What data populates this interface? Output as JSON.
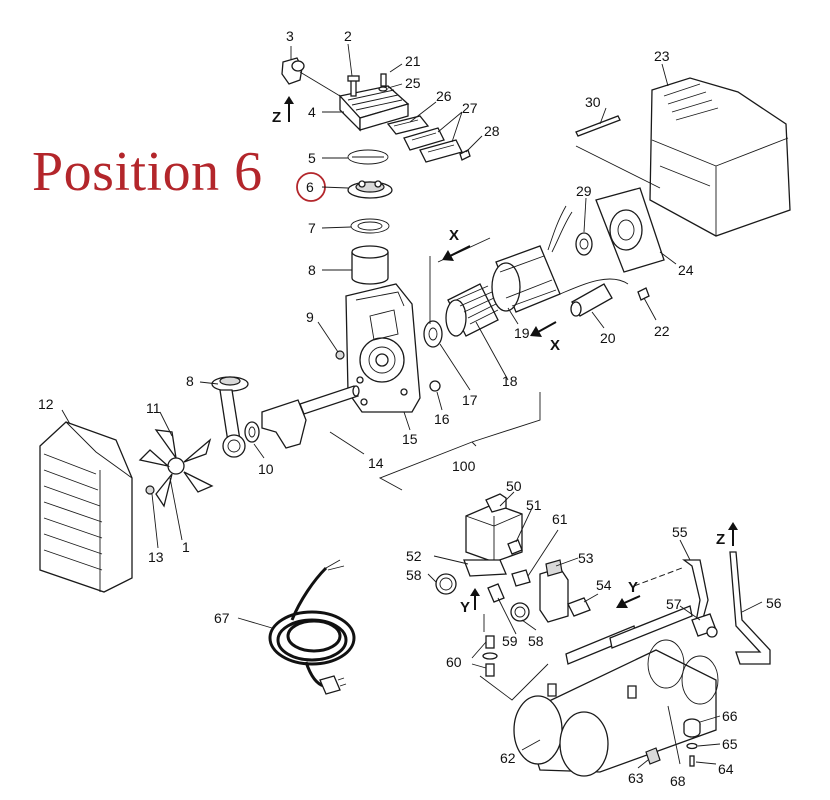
{
  "title": "Position 6",
  "highlight_color": "#b3262b",
  "axis_labels": {
    "z1": "Z",
    "z2": "Z",
    "x1": "X",
    "x2": "X",
    "y1": "Y",
    "y2": "Y"
  },
  "callouts": {
    "c1": "1",
    "c2": "2",
    "c3": "3",
    "c4": "4",
    "c5": "5",
    "c6": "6",
    "c7": "7",
    "c8a": "8",
    "c8b": "8",
    "c9": "9",
    "c10": "10",
    "c11": "11",
    "c12": "12",
    "c13": "13",
    "c14": "14",
    "c15": "15",
    "c16": "16",
    "c17": "17",
    "c18": "18",
    "c19": "19",
    "c20": "20",
    "c21": "21",
    "c22": "22",
    "c23": "23",
    "c24": "24",
    "c25": "25",
    "c26": "26",
    "c27": "27",
    "c28": "28",
    "c29": "29",
    "c30": "30",
    "c50": "50",
    "c51": "51",
    "c52": "52",
    "c53": "53",
    "c54": "54",
    "c55": "55",
    "c56": "56",
    "c57": "57",
    "c58a": "58",
    "c58b": "58",
    "c59": "59",
    "c60": "60",
    "c61": "61",
    "c62": "62",
    "c63": "63",
    "c64": "64",
    "c65": "65",
    "c66": "66",
    "c67": "67",
    "c68": "68",
    "c100": "100"
  }
}
